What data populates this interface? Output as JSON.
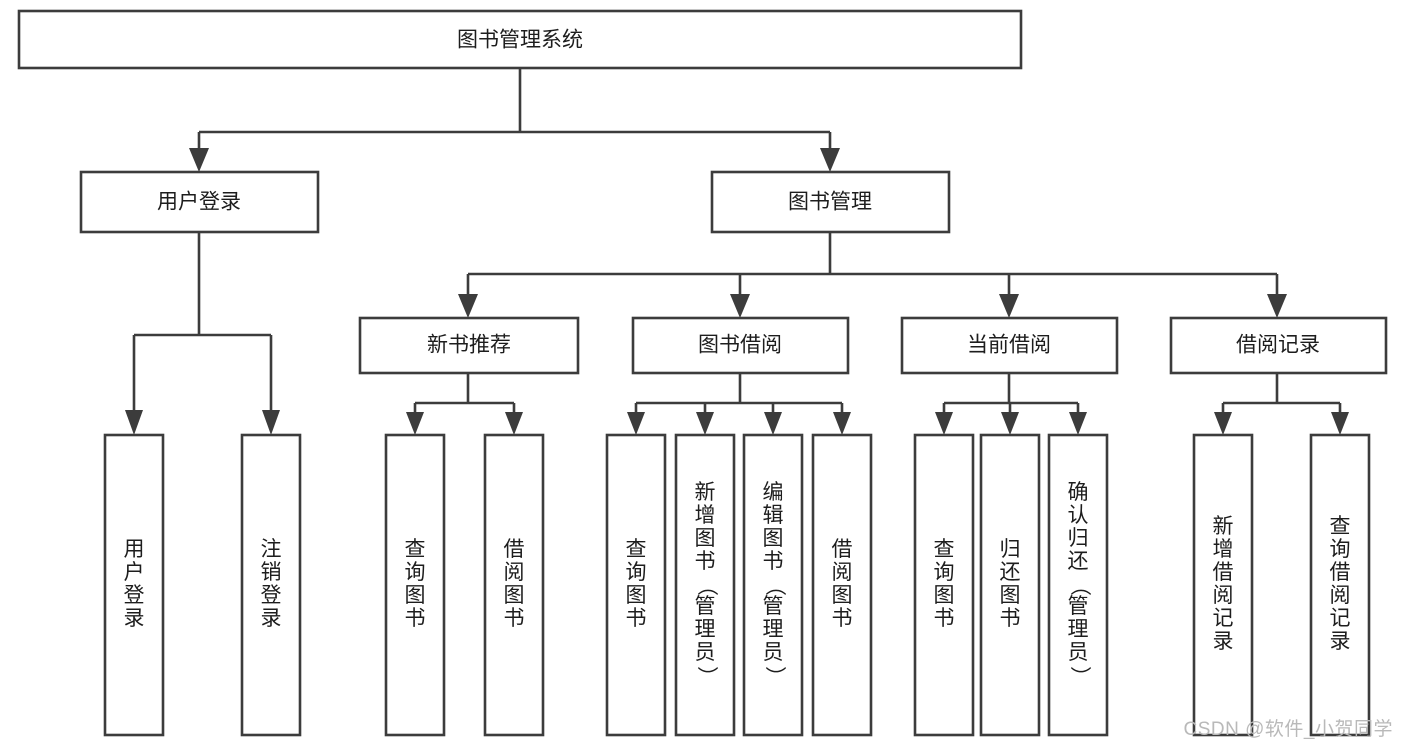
{
  "diagram": {
    "type": "tree",
    "title": "图书管理系统",
    "orientation": "top-down",
    "colors": {
      "background": "#ffffff",
      "box_fill": "#ffffff",
      "box_stroke": "#3c3c3c",
      "text": "#1d1d1d",
      "watermark": "#b9b9b9"
    },
    "root": {
      "label": "图书管理系统",
      "text_orientation": "horizontal"
    },
    "level2": [
      {
        "label": "用户登录",
        "text_orientation": "horizontal"
      },
      {
        "label": "图书管理",
        "text_orientation": "horizontal"
      }
    ],
    "level3": [
      {
        "label": "新书推荐",
        "text_orientation": "horizontal",
        "parent": "图书管理"
      },
      {
        "label": "图书借阅",
        "text_orientation": "horizontal",
        "parent": "图书管理"
      },
      {
        "label": "当前借阅",
        "text_orientation": "horizontal",
        "parent": "图书管理"
      },
      {
        "label": "借阅记录",
        "text_orientation": "horizontal",
        "parent": "图书管理"
      }
    ],
    "leaves": [
      {
        "label": "用户登录",
        "text_orientation": "vertical",
        "parent": "用户登录"
      },
      {
        "label": "注销登录",
        "text_orientation": "vertical",
        "parent": "用户登录"
      },
      {
        "label": "查询图书",
        "text_orientation": "vertical",
        "parent": "新书推荐"
      },
      {
        "label": "借阅图书",
        "text_orientation": "vertical",
        "parent": "新书推荐"
      },
      {
        "label": "查询图书",
        "text_orientation": "vertical",
        "parent": "图书借阅"
      },
      {
        "label": "新增图书（管理员）",
        "text_orientation": "vertical",
        "parent": "图书借阅"
      },
      {
        "label": "编辑图书（管理员）",
        "text_orientation": "vertical",
        "parent": "图书借阅"
      },
      {
        "label": "借阅图书",
        "text_orientation": "vertical",
        "parent": "图书借阅"
      },
      {
        "label": "查询图书",
        "text_orientation": "vertical",
        "parent": "当前借阅"
      },
      {
        "label": "归还图书",
        "text_orientation": "vertical",
        "parent": "当前借阅"
      },
      {
        "label": "确认归还（管理员）",
        "text_orientation": "vertical",
        "parent": "当前借阅"
      },
      {
        "label": "新增借阅记录",
        "text_orientation": "vertical",
        "parent": "借阅记录"
      },
      {
        "label": "查询借阅记录",
        "text_orientation": "vertical",
        "parent": "借阅记录"
      }
    ],
    "watermark": "CSDN @软件_小贺同学"
  }
}
